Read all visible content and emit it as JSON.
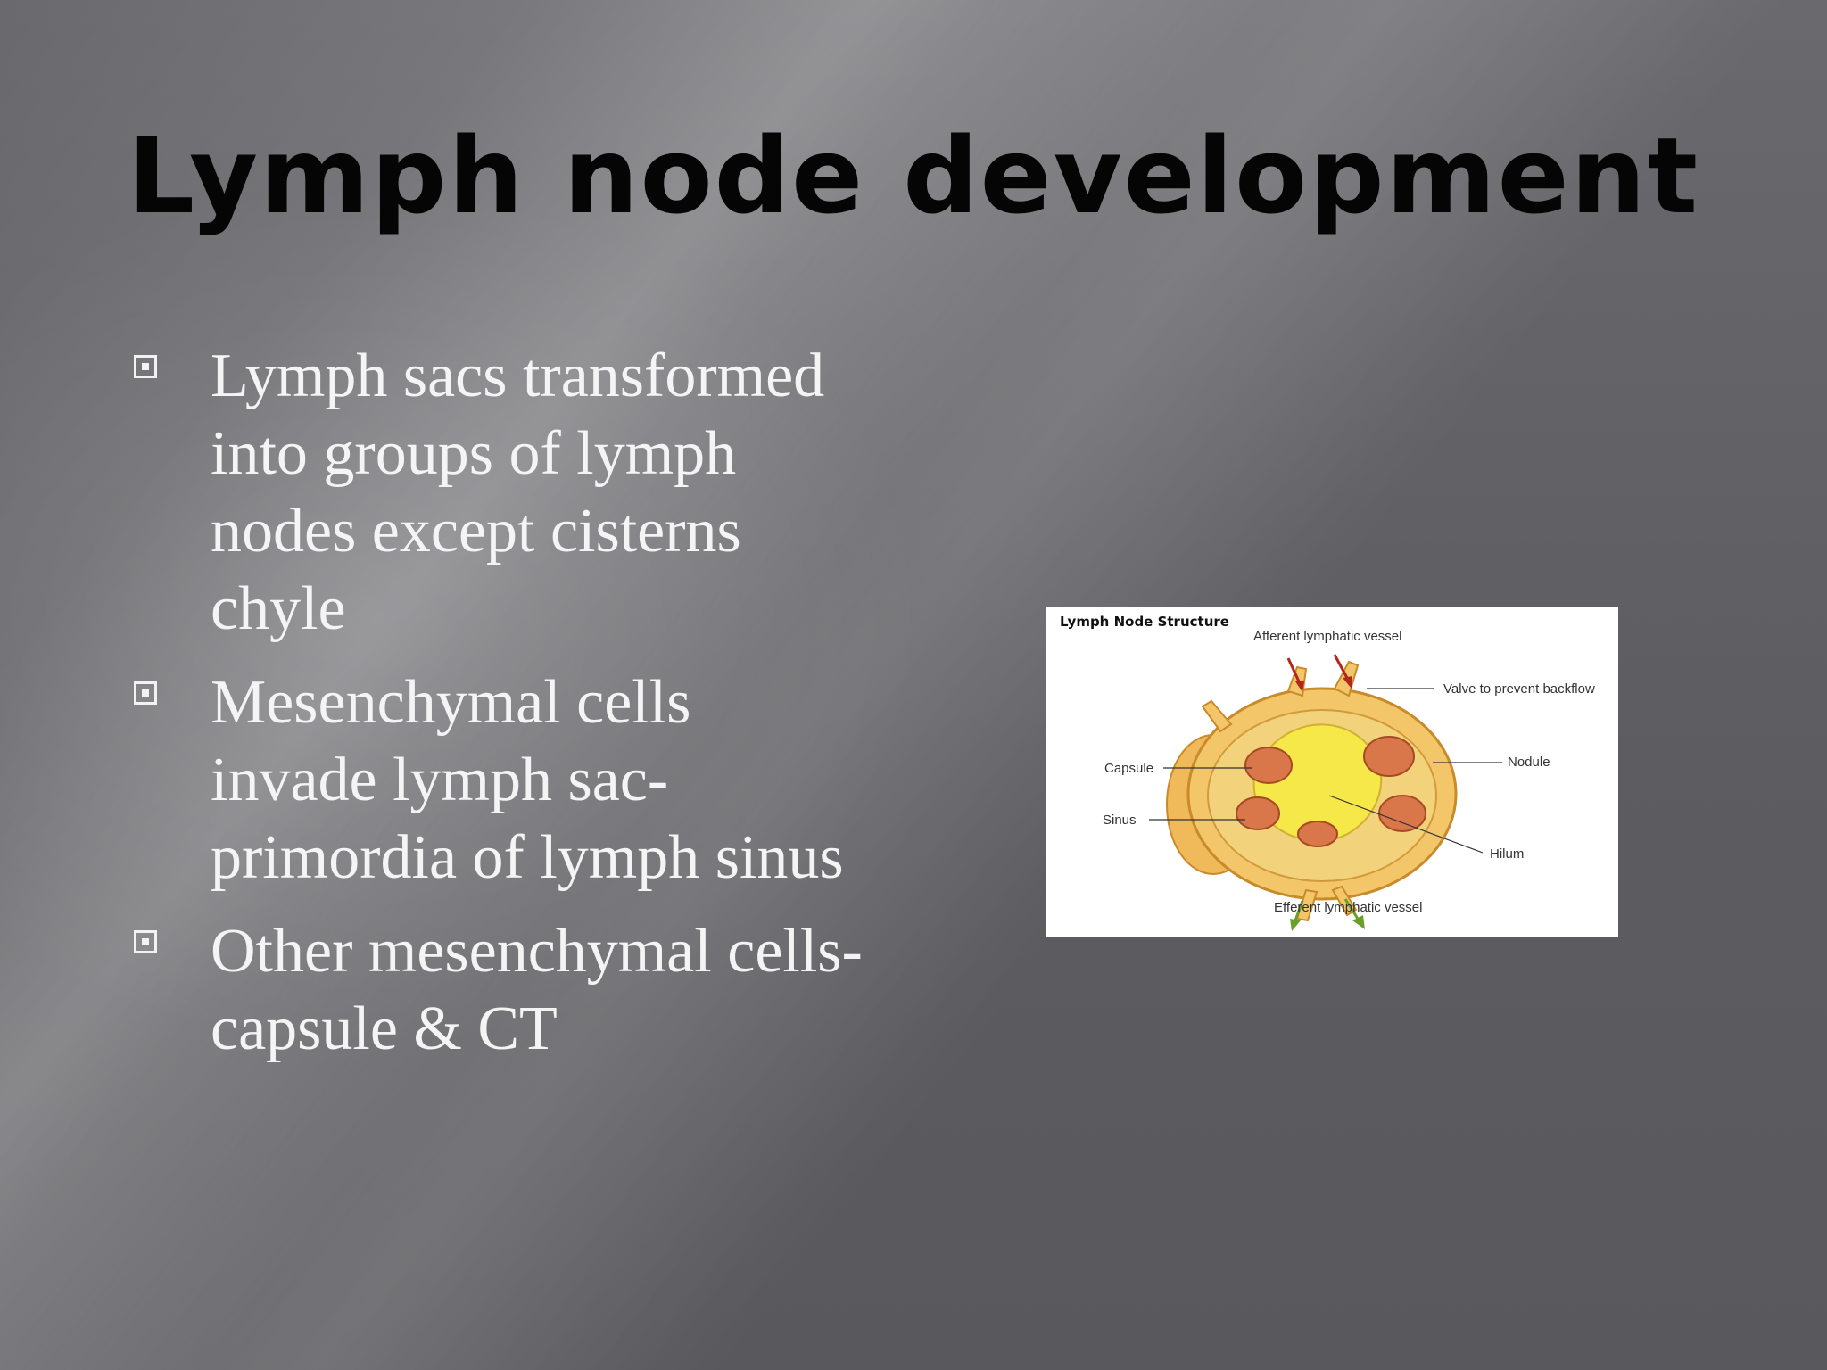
{
  "slide": {
    "title": "Lymph node development",
    "bullets": [
      "Lymph sacs transformed into groups of lymph nodes except cisterns chyle",
      "Mesenchymal cells invade lymph sac- primordia of lymph sinus",
      "Other mesenchymal cells- capsule & CT"
    ]
  },
  "figure": {
    "title": "Lymph Node Structure",
    "labels": {
      "afferent": "Afferent lymphatic vessel",
      "valve": "Valve to prevent backflow",
      "capsule": "Capsule",
      "nodule": "Nodule",
      "sinus": "Sinus",
      "hilum": "Hilum",
      "efferent": "Efferent lymphatic vessel"
    },
    "colors": {
      "tissue": "#f3c66a",
      "medulla": "#f7e84a",
      "nodule": "#d9774a",
      "afferent_arrow": "#b3261e",
      "efferent_arrow": "#6aa02a"
    }
  }
}
